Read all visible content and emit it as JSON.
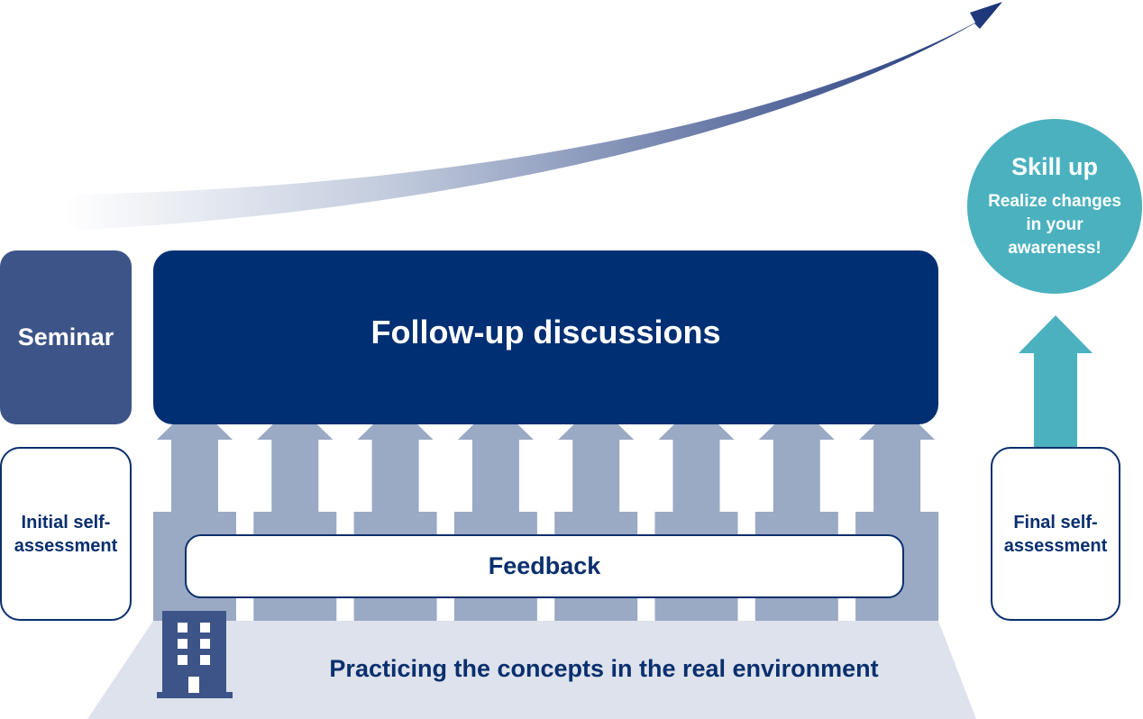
{
  "seminar": {
    "label": "Seminar"
  },
  "followup": {
    "label": "Follow-up discussions"
  },
  "initial_assessment": {
    "line1": "Initial self-",
    "line2": "assessment"
  },
  "final_assessment": {
    "line1": "Final self-",
    "line2": "assessment"
  },
  "feedback": {
    "label": "Feedback"
  },
  "practice": {
    "label": "Practicing the concepts in the real environment"
  },
  "skill_up": {
    "title": "Skill up",
    "line1": "Realize changes",
    "line2": "in your",
    "line3": "awareness!"
  },
  "colors": {
    "navy": "#002f73",
    "seminar_blue": "#3d5488",
    "arrow_gray": "#9aa9c4",
    "platform_gray": "#dde2ec",
    "teal": "#4bb1bf",
    "text_navy": "#0a2f6e"
  },
  "icons": {
    "building": "building-icon"
  }
}
